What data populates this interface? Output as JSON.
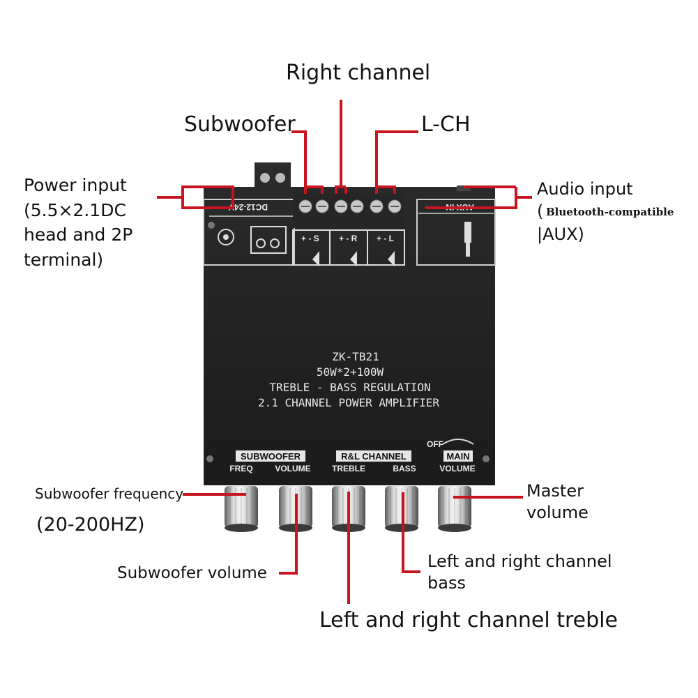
{
  "labels": {
    "right_channel": "Right channel",
    "subwoofer": "Subwoofer",
    "l_ch": "L-CH",
    "power_input": [
      "Power input",
      "(5.5×2.1DC",
      "head and 2P",
      "terminal)"
    ],
    "audio_input": "Audio input",
    "audio_input_paren": "(",
    "bluetooth": "Bluetooth-compatible",
    "aux": "|AUX)",
    "sub_freq": "Subwoofer frequency",
    "sub_freq_range": "(20-200HZ)",
    "master_volume": [
      "Master",
      "volume"
    ],
    "sub_volume": "Subwoofer volume",
    "lr_bass": [
      "Left and right channel",
      "bass"
    ],
    "lr_treble": "Left and right channel treble"
  },
  "board": {
    "model": "ZK-TB21",
    "power": "50W*2+100W",
    "feature": "TREBLE - BASS REGULATION",
    "type": "2.1 CHANNEL POWER AMPLIFIER",
    "dc_label": "DC12-24V",
    "aux_label": "AUX IN",
    "speaker_labels": [
      "+ - S",
      "+ - R",
      "+ - L"
    ],
    "groups": [
      "SUBWOOFER",
      "R&L CHANNEL",
      "MAIN"
    ],
    "knob_labels": [
      "FREQ",
      "VOLUME",
      "TREBLE",
      "BASS",
      "VOLUME"
    ],
    "off_label": "OFF"
  },
  "colors": {
    "leader": "#c8141e",
    "board": "#222222",
    "label_text": "#111111"
  }
}
